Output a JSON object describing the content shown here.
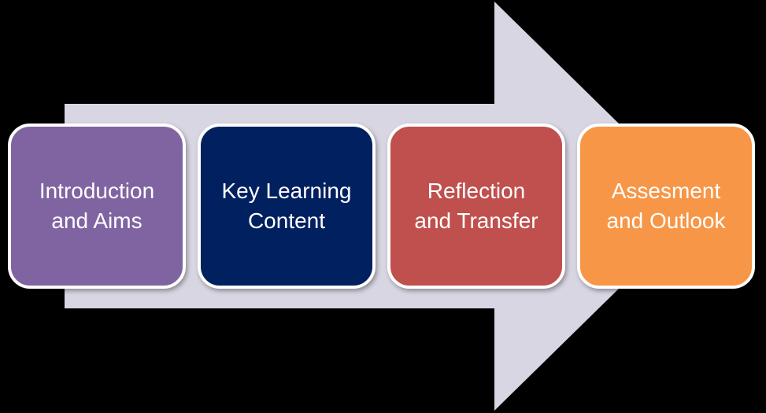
{
  "diagram": {
    "arrow_color": "#d9d6e3",
    "steps": [
      {
        "label": "Introduction\nand Aims",
        "color": "#8064a2"
      },
      {
        "label": "Key Learning\nContent",
        "color": "#002060"
      },
      {
        "label": "Reflection\nand Transfer",
        "color": "#c0504d"
      },
      {
        "label": "Assesment\nand Outlook",
        "color": "#f79646"
      }
    ]
  }
}
